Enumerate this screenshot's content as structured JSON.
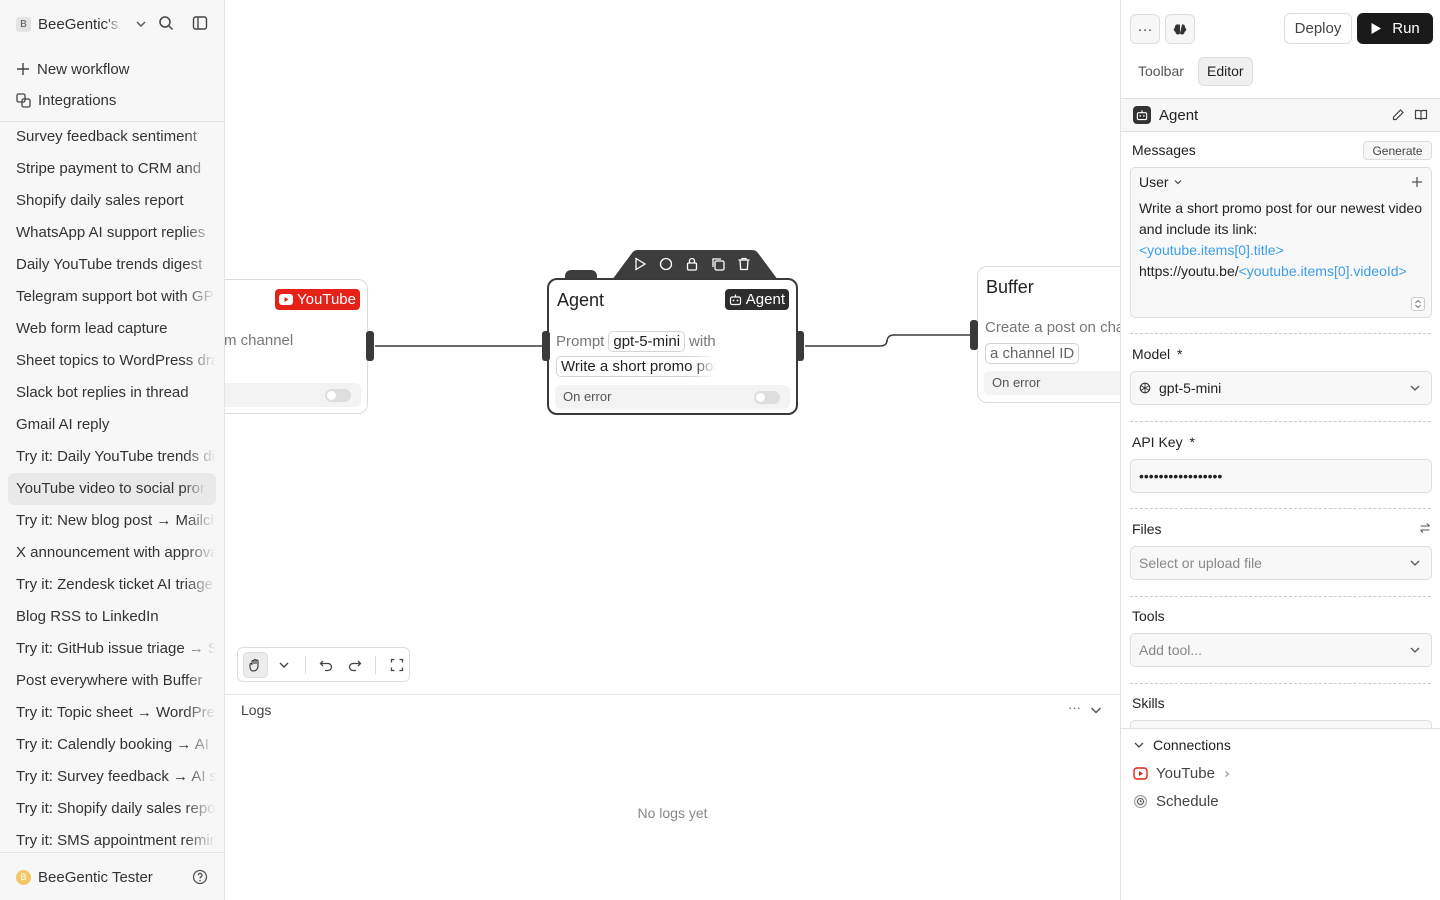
{
  "sidebar": {
    "workspace": {
      "avatar_letter": "B",
      "name": "BeeGentic's workspace"
    },
    "actions": {
      "new_workflow": "New workflow",
      "integrations": "Integrations"
    },
    "workflows": [
      "Survey feedback sentiment",
      "Stripe payment to CRM and",
      "Shopify daily sales report",
      "WhatsApp AI support replies",
      "Daily YouTube trends digest",
      "Telegram support bot with GPT",
      "Web form lead capture",
      "Sheet topics to WordPress drafts",
      "Slack bot replies in thread",
      "Gmail AI reply",
      "Try it: Daily YouTube trends digest",
      "YouTube video to social promo",
      "Try it: New blog post → Mailchimp",
      "X announcement with approval",
      "Try it: Zendesk ticket AI triage",
      "Blog RSS to LinkedIn",
      "Try it: GitHub issue triage → Slack",
      "Post everywhere with Buffer",
      "Try it: Topic sheet → WordPress",
      "Try it: Calendly booking → AI",
      "Try it: Survey feedback → AI summary",
      "Try it: Shopify daily sales report",
      "Try it: SMS appointment reminders"
    ],
    "active_index": 11,
    "user": {
      "avatar_letter": "B",
      "name": "BeeGentic Tester"
    }
  },
  "canvas": {
    "youtube_node": {
      "badge": "YouTube",
      "text": "m channel"
    },
    "agent_node": {
      "title": "Agent",
      "badge": "Agent",
      "prompt_label": "Prompt",
      "model_chip": "gpt-5-mini",
      "with_label": "with",
      "prompt_chip": "Write a short promo post",
      "on_error": "On error"
    },
    "buffer_node": {
      "title": "Buffer",
      "text": "Create a post on channel",
      "chip": "a channel ID",
      "on_error": "On error"
    }
  },
  "logs": {
    "title": "Logs",
    "empty": "No logs yet",
    "more": "···"
  },
  "panel": {
    "more": "···",
    "deploy": "Deploy",
    "run": "Run",
    "tabs": [
      "Toolbar",
      "Editor"
    ],
    "active_tab": 1,
    "block_title": "Agent",
    "messages_label": "Messages",
    "generate": "Generate",
    "role": "User",
    "message_text": "Write a short promo post for our newest video and include its link:",
    "message_var1": "<youtube.items[0].title>",
    "message_url": "https://youtu.be/",
    "message_var2": "<youtube.items[0].videoId>",
    "model_label": "Model",
    "model_value": "gpt-5-mini",
    "apikey_label": "API Key",
    "apikey_value": "•••••••••••••••••",
    "files_label": "Files",
    "files_placeholder": "Select or upload file",
    "tools_label": "Tools",
    "tools_placeholder": "Add tool...",
    "skills_label": "Skills",
    "required_mark": "*",
    "connections_label": "Connections",
    "connections": [
      "YouTube",
      "Schedule"
    ]
  },
  "colors": {
    "accent": "#3b9ee8",
    "youtube": "#e62117",
    "dark": "#1a1a1a"
  }
}
